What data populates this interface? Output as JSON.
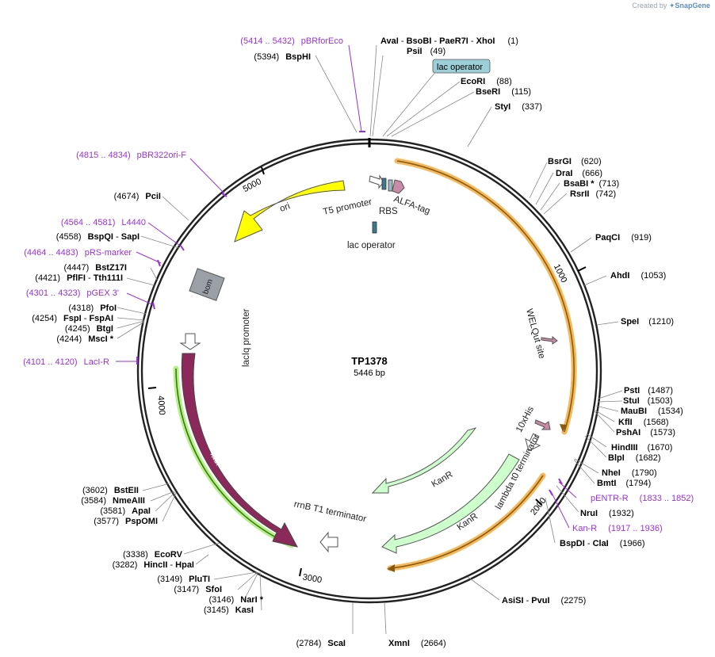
{
  "credit": {
    "prefix": "Created by",
    "brand": "SnapGene"
  },
  "plasmid": {
    "name": "TP1378",
    "size": "5446 bp"
  },
  "ticks": [
    "1000",
    "2000",
    "3000",
    "4000",
    "5000"
  ],
  "enzymes": [
    {
      "name": "AvaI",
      "name2": "BsoBI",
      "name3": "PaeR7I",
      "name4": "XhoI",
      "pos": "(1)"
    },
    {
      "name": "PsiI",
      "pos": "(49)"
    },
    {
      "name": "EcoRI",
      "pos": "(88)"
    },
    {
      "name": "BseRI",
      "pos": "(115)"
    },
    {
      "name": "StyI",
      "pos": "(337)"
    },
    {
      "name": "BsrGI",
      "pos": "(620)"
    },
    {
      "name": "DraI",
      "pos": "(666)"
    },
    {
      "name": "BsaBI *",
      "pos": "(713)"
    },
    {
      "name": "RsrII",
      "pos": "(742)"
    },
    {
      "name": "PaqCI",
      "pos": "(919)"
    },
    {
      "name": "AhdI",
      "pos": "(1053)"
    },
    {
      "name": "SpeI",
      "pos": "(1210)"
    },
    {
      "name": "PstI",
      "pos": "(1487)"
    },
    {
      "name": "StuI",
      "pos": "(1503)"
    },
    {
      "name": "MauBI",
      "pos": "(1534)"
    },
    {
      "name": "KflI",
      "pos": "(1568)"
    },
    {
      "name": "PshAI",
      "pos": "(1573)"
    },
    {
      "name": "HindIII",
      "pos": "(1670)"
    },
    {
      "name": "BlpI",
      "pos": "(1682)"
    },
    {
      "name": "NheI",
      "pos": "(1790)"
    },
    {
      "name": "BmtI",
      "pos": "(1794)"
    },
    {
      "name": "NruI",
      "pos": "(1932)"
    },
    {
      "name": "BspDI",
      "name2": "ClaI",
      "pos": "(1966)"
    },
    {
      "name": "AsiSI",
      "name2": "PvuI",
      "pos": "(2275)"
    },
    {
      "name": "XmnI",
      "pos": "(2664)"
    },
    {
      "name": "ScaI",
      "pos": "(2784)"
    },
    {
      "name": "KasI",
      "pos": "(3145)"
    },
    {
      "name": "NarI *",
      "pos": "(3146)"
    },
    {
      "name": "SfoI",
      "pos": "(3147)"
    },
    {
      "name": "PluTI",
      "pos": "(3149)"
    },
    {
      "name": "HincII",
      "name2": "HpaI",
      "pos": "(3282)"
    },
    {
      "name": "EcoRV",
      "pos": "(3338)"
    },
    {
      "name": "PspOMI",
      "pos": "(3577)"
    },
    {
      "name": "ApaI",
      "pos": "(3581)"
    },
    {
      "name": "NmeAIII",
      "pos": "(3584)"
    },
    {
      "name": "BstEII",
      "pos": "(3602)"
    },
    {
      "name": "MscI *",
      "pos": "(4244)"
    },
    {
      "name": "BtgI",
      "pos": "(4245)"
    },
    {
      "name": "FspI",
      "name2": "FspAI",
      "pos": "(4254)"
    },
    {
      "name": "PfoI",
      "pos": "(4318)"
    },
    {
      "name": "PflFI",
      "name2": "Tth111I",
      "pos": "(4421)"
    },
    {
      "name": "BstZ17I",
      "pos": "(4447)"
    },
    {
      "name": "BspQI",
      "name2": "SapI",
      "pos": "(4558)"
    },
    {
      "name": "PciI",
      "pos": "(4674)"
    },
    {
      "name": "BspHI",
      "pos": "(5394)"
    }
  ],
  "primers": [
    {
      "name": "pBRforEco",
      "range": "(5414 .. 5432)"
    },
    {
      "name": "pBR322ori-F",
      "range": "(4815 .. 4834)"
    },
    {
      "name": "L4440",
      "range": "(4564 .. 4581)"
    },
    {
      "name": "pRS-marker",
      "range": "(4464 .. 4483)"
    },
    {
      "name": "pGEX 3'",
      "range": "(4301 .. 4323)"
    },
    {
      "name": "LacI-R",
      "range": "(4101 .. 4120)"
    },
    {
      "name": "pENTR-R",
      "range": "(1833 .. 1852)"
    },
    {
      "name": "Kan-R",
      "range": "(1917 .. 1936)"
    }
  ],
  "features": {
    "lac_operator_boxed": "lac operator",
    "lac_operator": "lac operator",
    "t5_promoter": "T5 promoter",
    "rbs": "RBS",
    "alfa_tag": "ALFA-tag",
    "ori": "ori",
    "bom": "bom",
    "laciq_promoter": "lacIq promoter",
    "laci": "lacI",
    "welqut_site": "WELQut site",
    "his_tag": "10xHis",
    "lambda_t0": "lambda t0 terminator",
    "kanr": "KanR",
    "rrnb_t1": "rrnB T1 terminator"
  },
  "colors": {
    "primer": "#9b30d9",
    "ori": "#ffff00",
    "laci": "#8b2a5a",
    "kanr": "#ccffcc",
    "orf_highlight": "#f4b95a",
    "lac_operator": "#3a7a8a",
    "alfa_tag": "#c98aa6",
    "bom": "#9aa0a6"
  }
}
